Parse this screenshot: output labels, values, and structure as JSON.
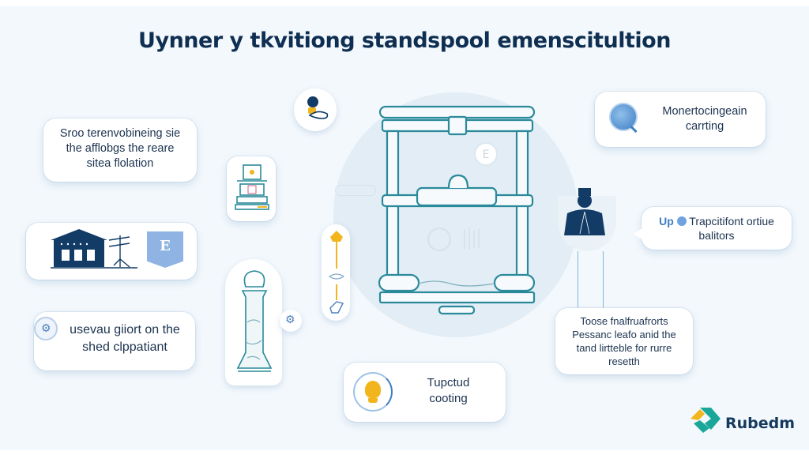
{
  "title": "Uynner y tkvitiong standspool emenscitultion",
  "colors": {
    "background": "#f3f8fc",
    "title": "#0f2f52",
    "navy": "#123b66",
    "teal": "#2a8a9a",
    "accent_yellow": "#f2b51e",
    "light_blue": "#8fb4e3",
    "logo_teal": "#1aa79a"
  },
  "left_cards": [
    {
      "lines": [
        "Sroo terenvobineing sie",
        "the afflobgs the reare",
        "sitea flolation"
      ]
    },
    {
      "icons": [
        "building-icon",
        "utility-pole-icon",
        "badge-e-icon"
      ],
      "badge_letter": "E"
    },
    {
      "icon": "refresh-gear-icon",
      "lines": [
        "usevau giiort on the",
        "shed clppatiant"
      ]
    }
  ],
  "right_cards": [
    {
      "icon": "magnifier-globe-icon",
      "lines": [
        "Monertocingeain",
        "carrting"
      ]
    },
    {
      "prefix": "Up",
      "icon": "chat-icon",
      "lines": [
        "Trapcitifont ortiue",
        "balitors"
      ]
    },
    {
      "lines": [
        "Toose fnalfruafrorts",
        "Pessanc leafo anid the",
        "tand lirtteble for rurre",
        "resetth"
      ]
    }
  ],
  "bottom_card": {
    "icon": "lightbulb-cycle-icon",
    "lines": [
      "Tupctud",
      "cooting"
    ]
  },
  "center": {
    "icon": "printer-frame-icon",
    "coin_letter": "E"
  },
  "logo": {
    "text": "Rubedm",
    "icon": "diamond-logo-icon"
  }
}
